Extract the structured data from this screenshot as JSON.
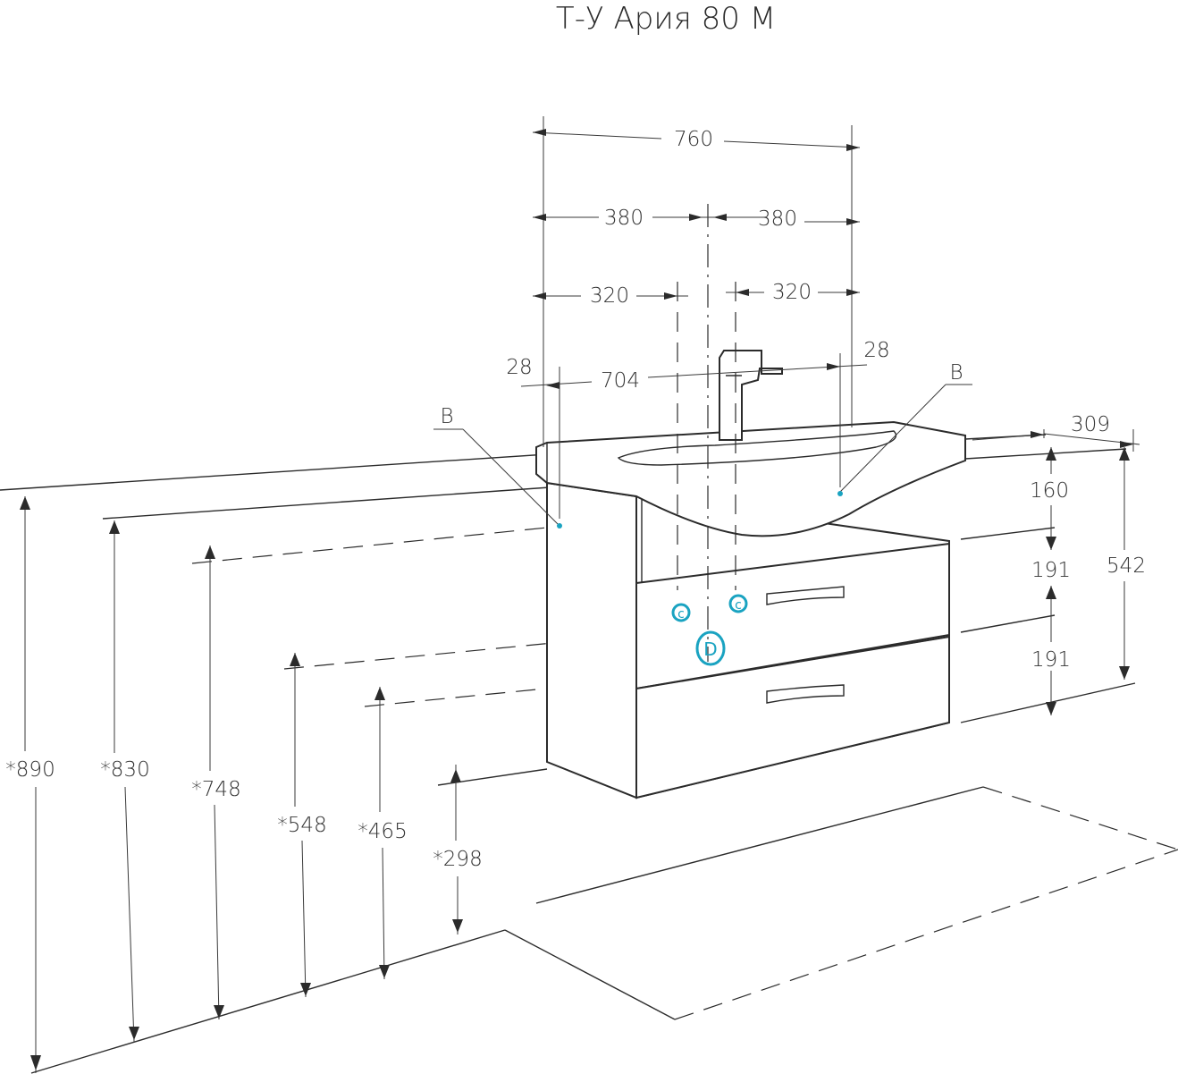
{
  "title": "Т-У Ария 80 М",
  "colors": {
    "accent": "#1aa3c1",
    "line": "#2b2b2b"
  },
  "dimensions": {
    "total_width": "760",
    "half_left": "380",
    "half_right": "380",
    "mount_left": "320",
    "mount_right": "320",
    "inner_width": "704",
    "edge_left": "28",
    "edge_right": "28",
    "depth": "309",
    "sink_height": "160",
    "drawer_top": "191",
    "drawer_bottom": "191",
    "total_height": "542"
  },
  "heights": {
    "h890": "*890",
    "h830": "*830",
    "h748": "*748",
    "h548": "*548",
    "h465": "*465",
    "h298": "*298"
  },
  "markers": {
    "b_left": "B",
    "b_right": "B",
    "c_left": "c",
    "c_right": "c",
    "d_drain": "D"
  }
}
